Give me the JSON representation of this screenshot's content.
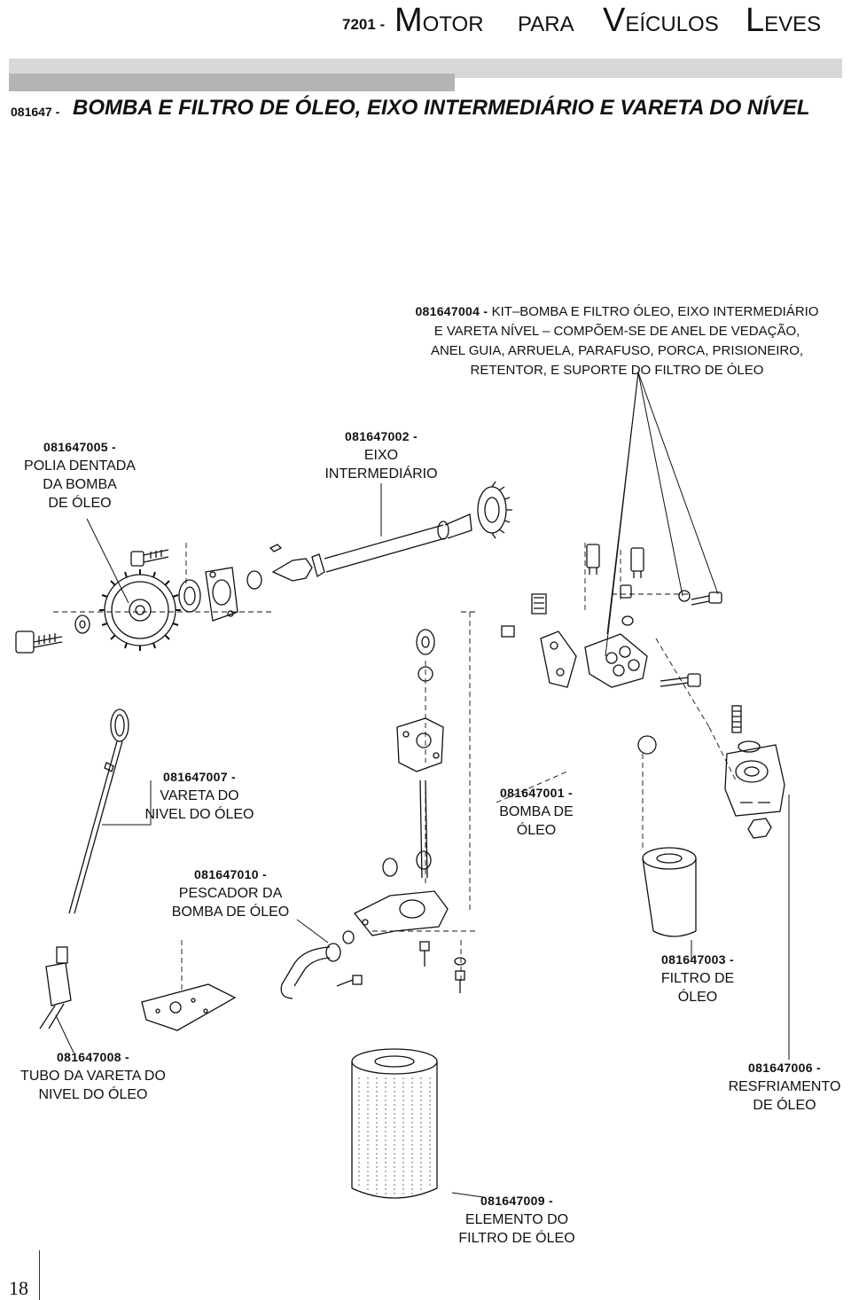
{
  "header": {
    "section_number": "7201 -",
    "title_words": [
      {
        "cap": "M",
        "rest": "OTOR"
      },
      {
        "cap": "",
        "rest": "PARA"
      },
      {
        "cap": "V",
        "rest": "EÍCULOS"
      },
      {
        "cap": "L",
        "rest": "EVES"
      }
    ],
    "subtitle_code": "081647 -",
    "subtitle_text": "BOMBA E FILTRO DE ÓLEO, EIXO INTERMEDIÁRIO E VARETA DO NÍVEL"
  },
  "callouts": {
    "kit": {
      "code": "081647004 -",
      "line1": "KIT–BOMBA E FILTRO ÓLEO, EIXO INTERMEDIÁRIO",
      "line2": "E VARETA NÍVEL – COMPÕEM-SE DE ANEL DE VEDAÇÃO,",
      "line3": "ANEL GUIA, ARRUELA, PARAFUSO, PORCA, PRISIONEIRO,",
      "line4": "RETENTOR, E SUPORTE DO FILTRO DE ÓLEO"
    },
    "polia": {
      "code": "081647005 -",
      "line1": "POLIA DENTADA",
      "line2": "DA BOMBA",
      "line3": "DE ÓLEO"
    },
    "eixo": {
      "code": "081647002 -",
      "line1": "EIXO",
      "line2": "INTERMEDIÁRIO"
    },
    "vareta": {
      "code": "081647007 -",
      "line1": "VARETA DO",
      "line2": "NIVEL DO ÓLEO"
    },
    "bomba": {
      "code": "081647001 -",
      "line1": "BOMBA DE",
      "line2": "ÓLEO"
    },
    "pescador": {
      "code": "081647010 -",
      "line1": "PESCADOR DA",
      "line2": "BOMBA DE ÓLEO"
    },
    "filtro": {
      "code": "081647003 -",
      "line1": "FILTRO DE",
      "line2": "ÓLEO"
    },
    "tubo": {
      "code": "081647008 -",
      "line1": "TUBO DA VARETA DO",
      "line2": "NIVEL DO ÓLEO"
    },
    "resfriamento": {
      "code": "081647006 -",
      "line1": "RESFRIAMENTO",
      "line2": "DE ÓLEO"
    },
    "elemento": {
      "code": "081647009 -",
      "line1": "ELEMENTO DO",
      "line2": "FILTRO DE ÓLEO"
    }
  },
  "footer": {
    "page_number": "18"
  }
}
